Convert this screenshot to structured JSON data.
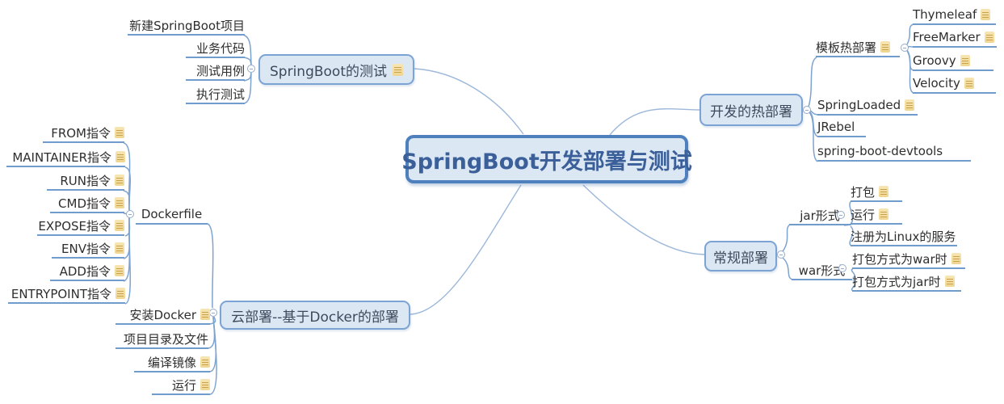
{
  "title": "SpringBoot开发部署与测试",
  "colors": {
    "central_border": "#4d80bd",
    "node_fill": "#dce7f4",
    "node_border": "#7ba3d4",
    "line": "#6f9ccd",
    "note_icon": "#efd58f"
  },
  "branches": {
    "test": {
      "label": "SpringBoot的测试",
      "children": {
        "new_project": "新建SpringBoot项目",
        "business_code": "业务代码",
        "test_case": "测试用例",
        "run_test": "执行测试"
      }
    },
    "hot_deploy": {
      "label": "开发的热部署",
      "children": {
        "template": {
          "label": "模板热部署",
          "children": {
            "thymeleaf": "Thymeleaf",
            "freemarker": "FreeMarker",
            "groovy": "Groovy",
            "velocity": "Velocity"
          }
        },
        "springloaded": "SpringLoaded",
        "jrebel": "JRebel",
        "devtools": "spring-boot-devtools"
      }
    },
    "normal_deploy": {
      "label": "常规部署",
      "children": {
        "jar": {
          "label": "jar形式",
          "children": {
            "package": "打包",
            "run": "运行",
            "linux_service": "注册为Linux的服务"
          }
        },
        "war": {
          "label": "war形式",
          "children": {
            "war_mode": "打包方式为war时",
            "jar_mode": "打包方式为jar时"
          }
        }
      }
    },
    "cloud_deploy": {
      "label": "云部署--基于Docker的部署",
      "children": {
        "dockerfile": {
          "label": "Dockerfile",
          "children": {
            "from": "FROM指令",
            "maintainer": "MAINTAINER指令",
            "run": "RUN指令",
            "cmd": "CMD指令",
            "expose": "EXPOSE指令",
            "env": "ENV指令",
            "add": "ADD指令",
            "entrypoint": "ENTRYPOINT指令"
          }
        },
        "install_docker": "安装Docker",
        "project_files": "项目目录及文件",
        "build_image": "编译镜像",
        "run": "运行"
      }
    }
  }
}
